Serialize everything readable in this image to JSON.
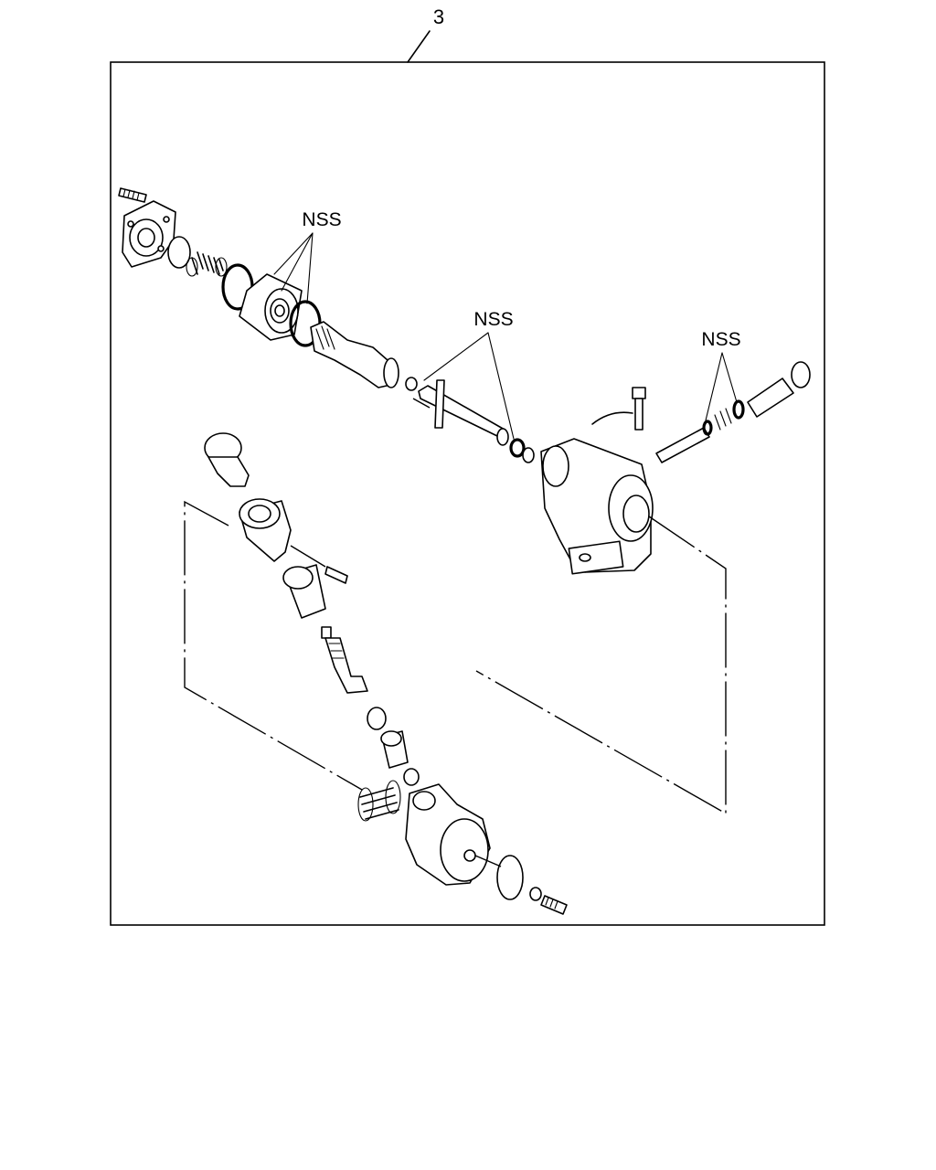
{
  "diagram": {
    "callout_number": "3",
    "nss_labels": [
      "NSS",
      "NSS",
      "NSS"
    ]
  }
}
